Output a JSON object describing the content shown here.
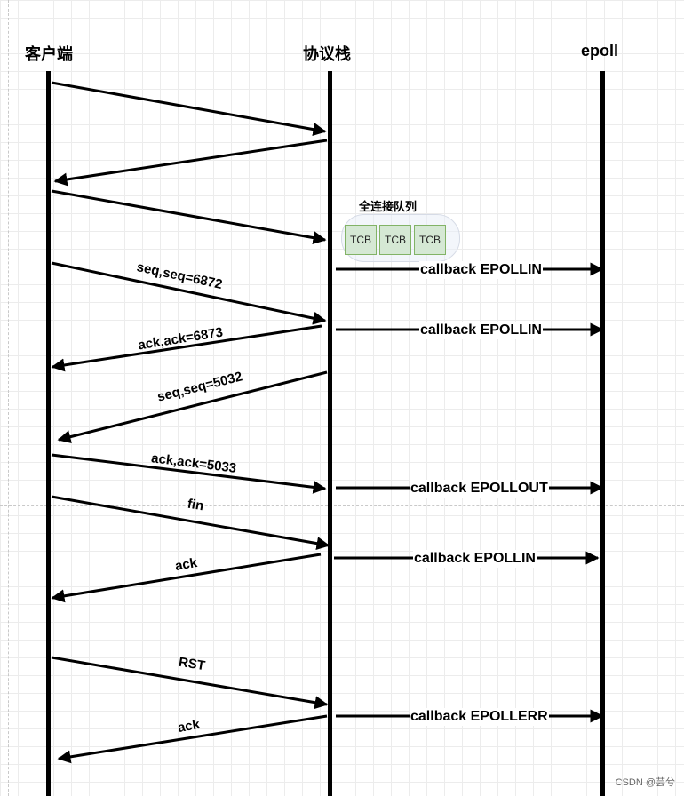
{
  "actors": {
    "client": "客户端",
    "stack": "协议栈",
    "epoll": "epoll"
  },
  "queue": {
    "title": "全连接队列",
    "items": [
      "TCB",
      "TCB",
      "TCB"
    ]
  },
  "messages": {
    "m4": "seq,seq=6872",
    "m5": "ack,ack=6873",
    "m6": "seq,seq=5032",
    "m7": "ack,ack=5033",
    "m8": "fin",
    "m9": "ack",
    "m10": "RST",
    "m11": "ack"
  },
  "callbacks": {
    "cb1": "callback EPOLLIN",
    "cb2": "callback EPOLLIN",
    "cb3": "callback EPOLLOUT",
    "cb4": "callback EPOLLIN",
    "cb5": "callback EPOLLERR"
  },
  "watermark": "CSDN @芸兮"
}
